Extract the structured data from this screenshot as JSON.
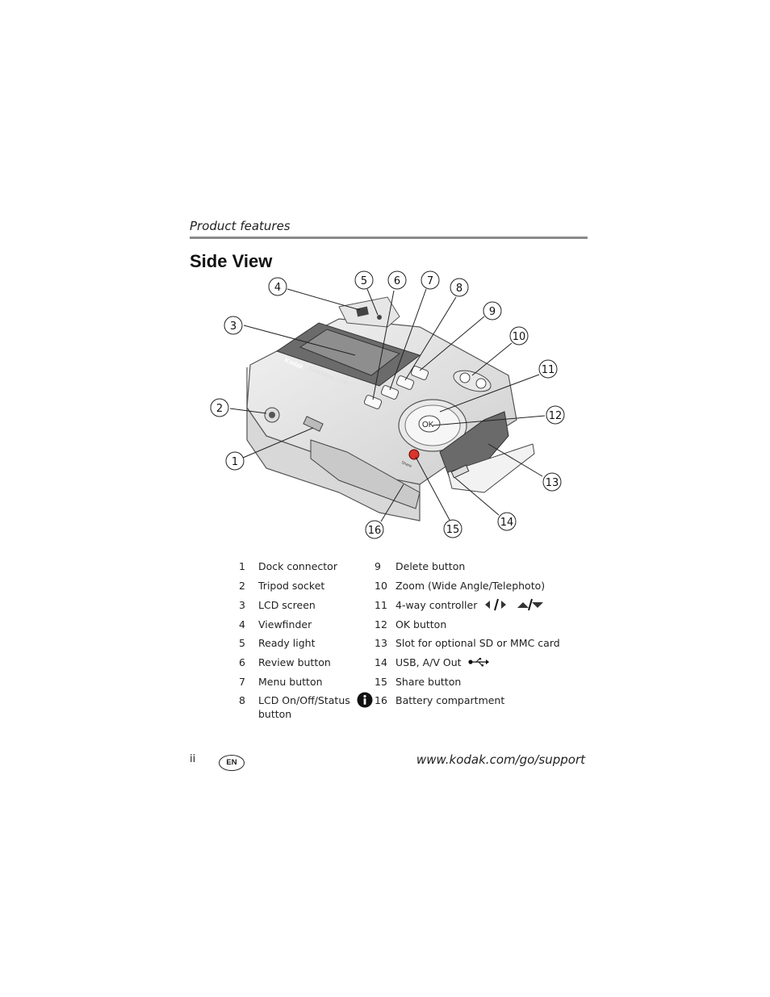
{
  "header": {
    "section": "Product features"
  },
  "page_title": "Side View",
  "callouts": [
    "1",
    "2",
    "3",
    "4",
    "5",
    "6",
    "7",
    "8",
    "9",
    "10",
    "11",
    "12",
    "13",
    "14",
    "15",
    "16"
  ],
  "camera_text": {
    "brand": "Kodak",
    "model": "EasyShare C340",
    "ok_label": "OK",
    "share_label": "Share"
  },
  "legend": {
    "left": [
      {
        "num": "1",
        "label": "Dock connector"
      },
      {
        "num": "2",
        "label": "Tripod socket"
      },
      {
        "num": "3",
        "label": "LCD screen"
      },
      {
        "num": "4",
        "label": "Viewfinder"
      },
      {
        "num": "5",
        "label": "Ready light"
      },
      {
        "num": "6",
        "label": "Review button"
      },
      {
        "num": "7",
        "label": "Menu button"
      },
      {
        "num": "8",
        "label": "LCD On/Off/Status",
        "label2": "button",
        "icon": "info-icon"
      }
    ],
    "right": [
      {
        "num": "9",
        "label": "Delete button"
      },
      {
        "num": "10",
        "label": "Zoom (Wide Angle/Telephoto)"
      },
      {
        "num": "11",
        "label": "4-way controller",
        "icon": "arrow-keys-icon"
      },
      {
        "num": "12",
        "label": "OK button"
      },
      {
        "num": "13",
        "label": "Slot for optional SD or MMC card"
      },
      {
        "num": "14",
        "label": "USB, A/V Out",
        "icon": "usb-icon"
      },
      {
        "num": "15",
        "label": "Share button"
      },
      {
        "num": "16",
        "label": "Battery compartment"
      }
    ]
  },
  "footer": {
    "page_number": "ii",
    "language": "EN",
    "url": "www.kodak.com/go/support"
  }
}
